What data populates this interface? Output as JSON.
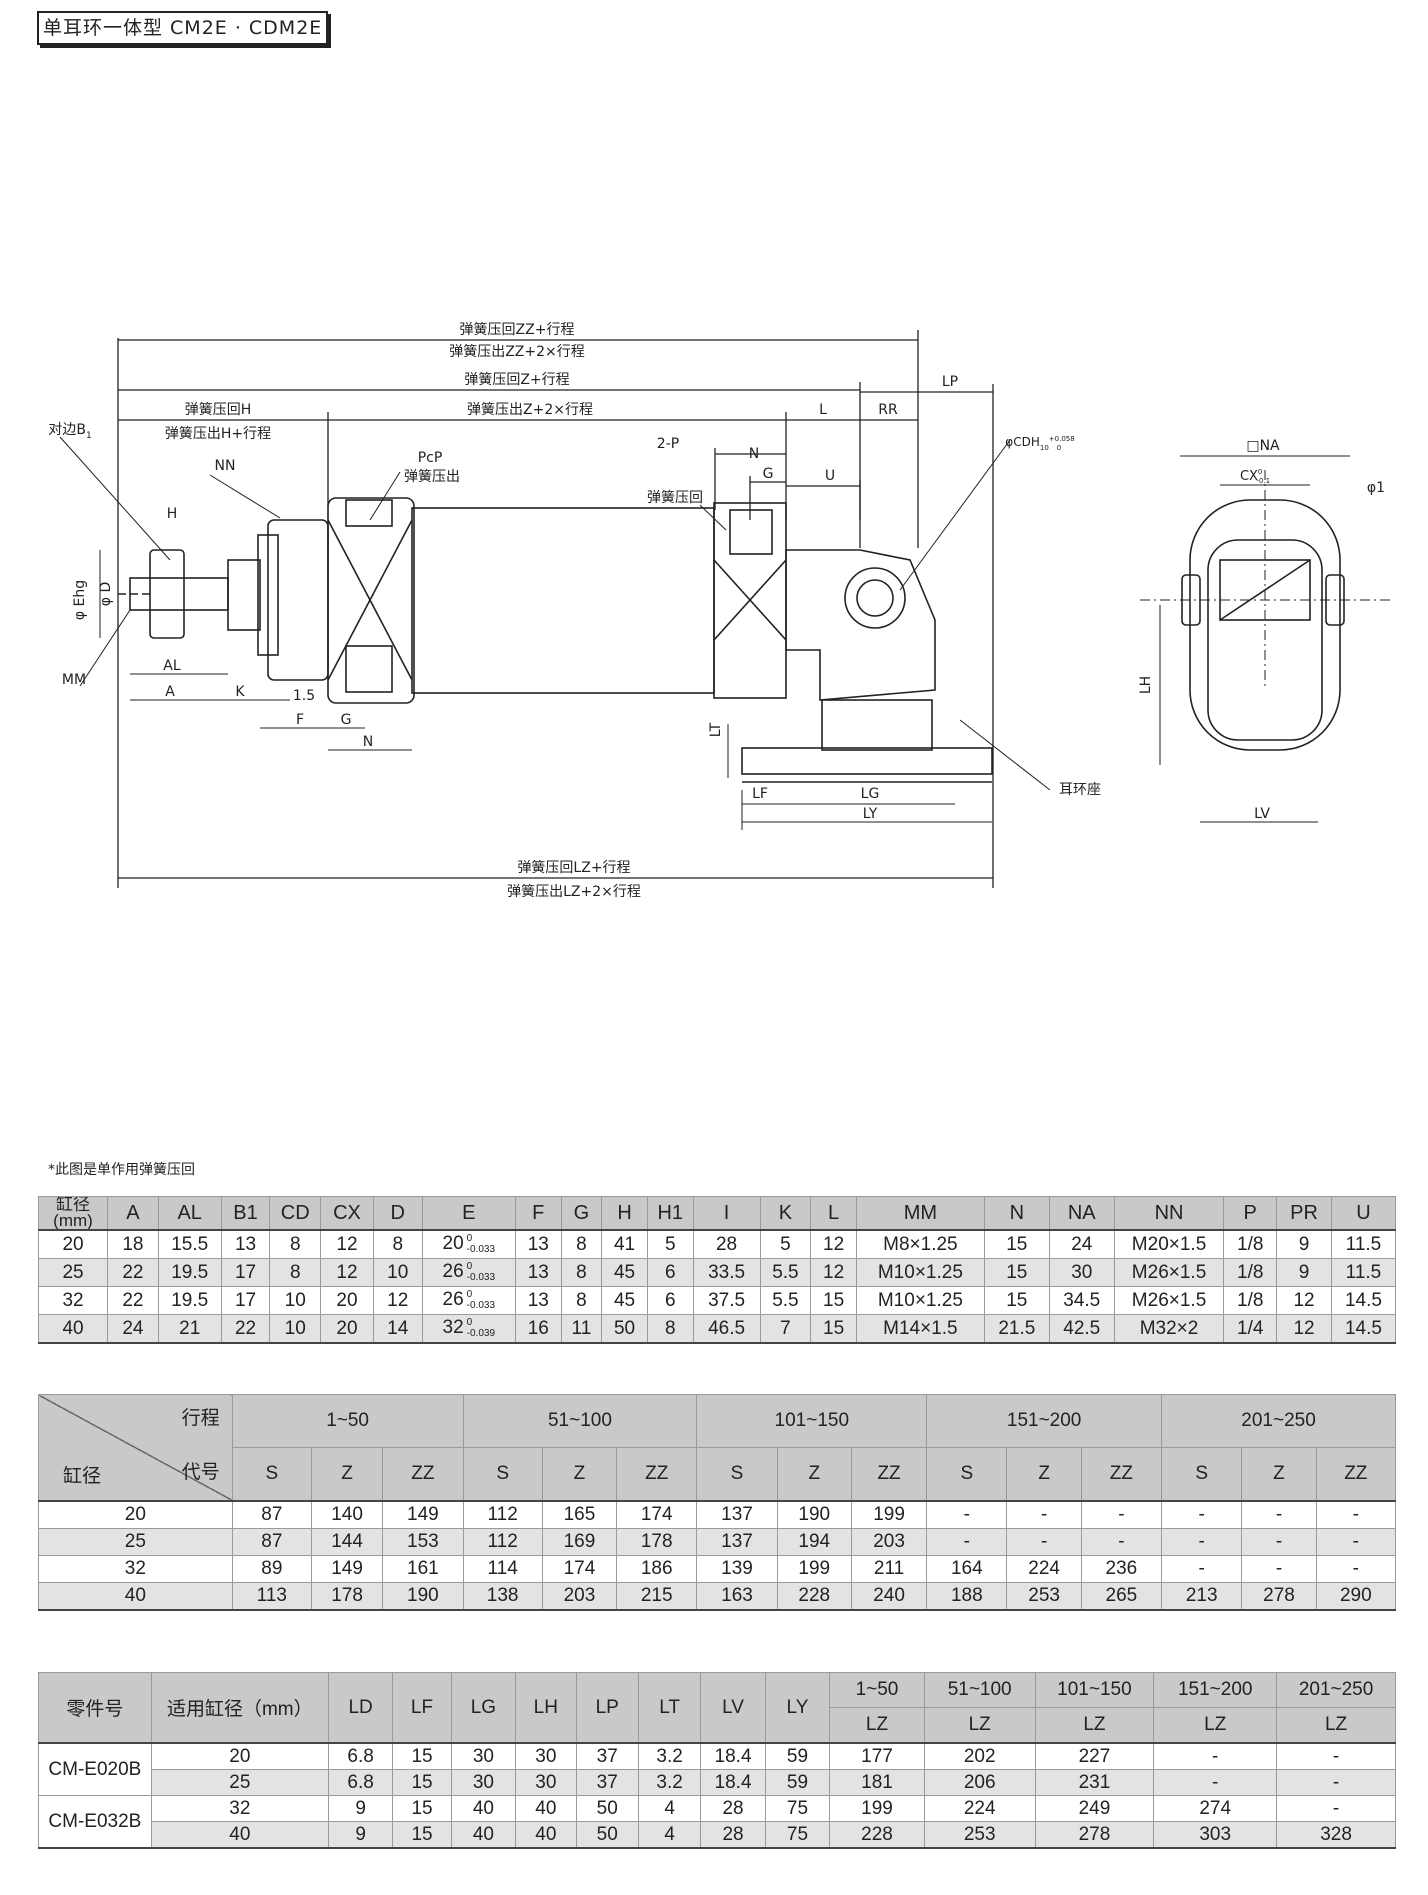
{
  "header": {
    "title": "单耳环一体型 CM2E · CDM2E"
  },
  "drawing": {
    "labels": {
      "zz_retract": "弹簧压回ZZ+行程",
      "zz_extend": "弹簧压出ZZ+2×行程",
      "z_retract": "弹簧压回Z+行程",
      "z_extend": "弹簧压出Z+2×行程",
      "h_retract": "弹簧压回H",
      "h_extend": "弹簧压出H+行程",
      "lz_retract": "弹簧压回LZ+行程",
      "lz_extend": "弹簧压出LZ+2×行程",
      "across_flats": "对边B",
      "across_flats_sub": "1",
      "nn": "NN",
      "pcp": "PcP",
      "spring_out": "弹簧压出",
      "spring_back": "弹簧压回",
      "two_p": "2-P",
      "n": "N",
      "g": "G",
      "u": "U",
      "l": "L",
      "rr": "RR",
      "lp": "LP",
      "cdh": "φCDH",
      "cdh_tol_top": "+0.058",
      "cdh_tol_bot": "0",
      "cdh_sub": "10",
      "h": "H",
      "ehg": "φ Ehg",
      "d": "φ D",
      "mm": "MM",
      "al": "AL",
      "a": "A",
      "k": "K",
      "one_five": "1.5",
      "f": "F",
      "lt": "LT",
      "lf": "LF",
      "lg": "LG",
      "ly": "LY",
      "clevis_seat": "耳环座",
      "na": "□NA",
      "cx": "CX",
      "cx_tol_top": "0",
      "cx_tol_bot": "-0.1",
      "phi1": "φ1",
      "lh": "LH",
      "lv": "LV"
    }
  },
  "note": "*此图是单作用弹簧压回",
  "table1": {
    "bore_header": [
      "缸径",
      "(mm)"
    ],
    "columns": [
      "A",
      "AL",
      "B1",
      "CD",
      "CX",
      "D",
      "E",
      "F",
      "G",
      "H",
      "H1",
      "I",
      "K",
      "L",
      "MM",
      "N",
      "NA",
      "NN",
      "P",
      "PR",
      "U"
    ],
    "rows": [
      {
        "bore": "20",
        "A": "18",
        "AL": "15.5",
        "B1": "13",
        "CD": "8",
        "CX": "12",
        "D": "8",
        "E": "20",
        "E_top": "0",
        "E_bot": "-0.033",
        "F": "13",
        "G": "8",
        "H": "41",
        "H1": "5",
        "I": "28",
        "K": "5",
        "L": "12",
        "MM": "M8×1.25",
        "N": "15",
        "NA": "24",
        "NN": "M20×1.5",
        "P": "1/8",
        "PR": "9",
        "U": "11.5"
      },
      {
        "bore": "25",
        "A": "22",
        "AL": "19.5",
        "B1": "17",
        "CD": "8",
        "CX": "12",
        "D": "10",
        "E": "26",
        "E_top": "0",
        "E_bot": "-0.033",
        "F": "13",
        "G": "8",
        "H": "45",
        "H1": "6",
        "I": "33.5",
        "K": "5.5",
        "L": "12",
        "MM": "M10×1.25",
        "N": "15",
        "NA": "30",
        "NN": "M26×1.5",
        "P": "1/8",
        "PR": "9",
        "U": "11.5"
      },
      {
        "bore": "32",
        "A": "22",
        "AL": "19.5",
        "B1": "17",
        "CD": "10",
        "CX": "20",
        "D": "12",
        "E": "26",
        "E_top": "0",
        "E_bot": "-0.033",
        "F": "13",
        "G": "8",
        "H": "45",
        "H1": "6",
        "I": "37.5",
        "K": "5.5",
        "L": "15",
        "MM": "M10×1.25",
        "N": "15",
        "NA": "34.5",
        "NN": "M26×1.5",
        "P": "1/8",
        "PR": "12",
        "U": "14.5"
      },
      {
        "bore": "40",
        "A": "24",
        "AL": "21",
        "B1": "22",
        "CD": "10",
        "CX": "20",
        "D": "14",
        "E": "32",
        "E_top": "0",
        "E_bot": "-0.039",
        "F": "16",
        "G": "11",
        "H": "50",
        "H1": "8",
        "I": "46.5",
        "K": "7",
        "L": "15",
        "MM": "M14×1.5",
        "N": "21.5",
        "NA": "42.5",
        "NN": "M32×2",
        "P": "1/4",
        "PR": "12",
        "U": "14.5"
      }
    ]
  },
  "table2": {
    "corner_top": "行程",
    "corner_mid": "代号",
    "corner_left": "缸径",
    "strokes": [
      "1~50",
      "51~100",
      "101~150",
      "151~200",
      "201~250"
    ],
    "codes": [
      "S",
      "Z",
      "ZZ"
    ],
    "rows": [
      {
        "bore": "20",
        "vals": [
          "87",
          "140",
          "149",
          "112",
          "165",
          "174",
          "137",
          "190",
          "199",
          "-",
          "-",
          "-",
          "-",
          "-",
          "-"
        ]
      },
      {
        "bore": "25",
        "vals": [
          "87",
          "144",
          "153",
          "112",
          "169",
          "178",
          "137",
          "194",
          "203",
          "-",
          "-",
          "-",
          "-",
          "-",
          "-"
        ]
      },
      {
        "bore": "32",
        "vals": [
          "89",
          "149",
          "161",
          "114",
          "174",
          "186",
          "139",
          "199",
          "211",
          "164",
          "224",
          "236",
          "-",
          "-",
          "-"
        ]
      },
      {
        "bore": "40",
        "vals": [
          "113",
          "178",
          "190",
          "138",
          "203",
          "215",
          "163",
          "228",
          "240",
          "188",
          "253",
          "265",
          "213",
          "278",
          "290"
        ]
      }
    ]
  },
  "table3": {
    "headers": [
      "零件号",
      "适用缸径（mm）",
      "LD",
      "LF",
      "LG",
      "LH",
      "LP",
      "LT",
      "LV",
      "LY"
    ],
    "strokes": [
      "1~50",
      "51~100",
      "101~150",
      "151~200",
      "201~250"
    ],
    "lz": "LZ",
    "parts": [
      {
        "part": "CM-E020B",
        "rows": [
          {
            "bore": "20",
            "vals": [
              "6.8",
              "15",
              "30",
              "30",
              "37",
              "3.2",
              "18.4",
              "59"
            ],
            "lz": [
              "177",
              "202",
              "227",
              "-",
              "-"
            ]
          },
          {
            "bore": "25",
            "vals": [
              "6.8",
              "15",
              "30",
              "30",
              "37",
              "3.2",
              "18.4",
              "59"
            ],
            "lz": [
              "181",
              "206",
              "231",
              "-",
              "-"
            ]
          }
        ]
      },
      {
        "part": "CM-E032B",
        "rows": [
          {
            "bore": "32",
            "vals": [
              "9",
              "15",
              "40",
              "40",
              "50",
              "4",
              "28",
              "75"
            ],
            "lz": [
              "199",
              "224",
              "249",
              "274",
              "-"
            ]
          },
          {
            "bore": "40",
            "vals": [
              "9",
              "15",
              "40",
              "40",
              "50",
              "4",
              "28",
              "75"
            ],
            "lz": [
              "228",
              "253",
              "278",
              "303",
              "328"
            ]
          }
        ]
      }
    ]
  }
}
